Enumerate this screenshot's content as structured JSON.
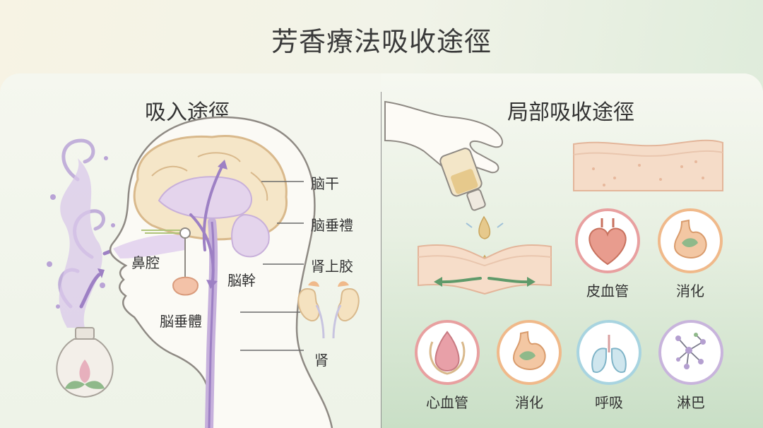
{
  "title": "芳香療法吸收途徑",
  "left": {
    "heading": "吸入途徑",
    "labels": {
      "brainstem_top": "脑干",
      "pituitary_right": "脑垂禮",
      "adrenal": "肾上胶",
      "nasal_cavity": "鼻腔",
      "brainstem_inner": "脳幹",
      "pituitary_bottom": "脳垂體",
      "kidney": "肾"
    }
  },
  "right": {
    "heading": "局部吸收途徑",
    "icons": [
      {
        "name": "heart",
        "caption": "皮血管",
        "color": "#e8a0a0"
      },
      {
        "name": "stomach",
        "caption": "消化",
        "color": "#f0b98a"
      },
      {
        "name": "vessel",
        "caption": "心血管",
        "color": "#e8a0a0"
      },
      {
        "name": "digestion",
        "caption": "消化",
        "color": "#f0b98a"
      },
      {
        "name": "lungs",
        "caption": "呼吸",
        "color": "#a8d4e0"
      },
      {
        "name": "lymph",
        "caption": "淋巴",
        "color": "#c8b4dc"
      }
    ]
  }
}
